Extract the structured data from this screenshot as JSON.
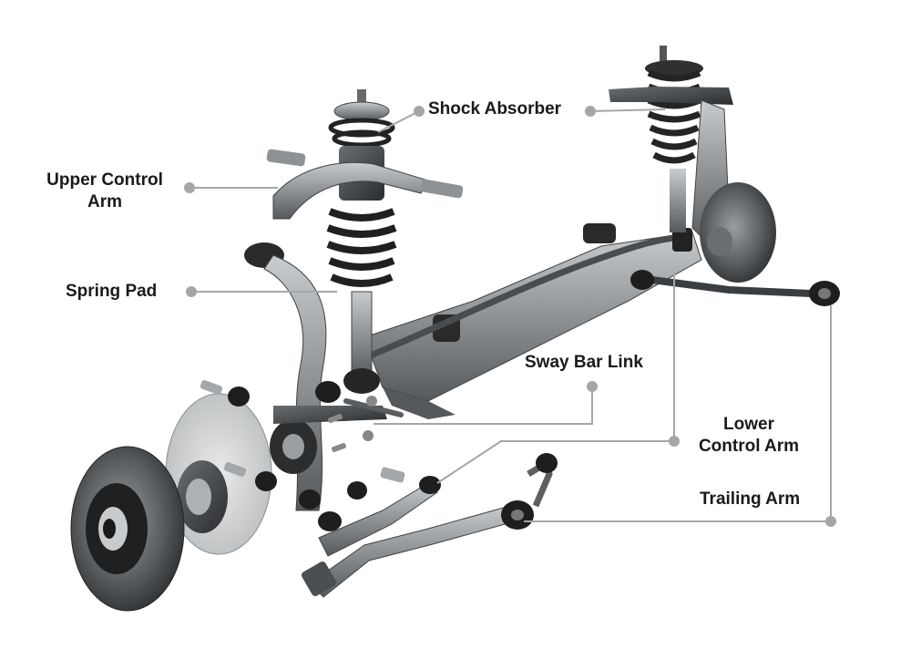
{
  "labels": {
    "shock_absorber": "Shock Absorber",
    "upper_control_arm_line1": "Upper Control",
    "upper_control_arm_line2": "Arm",
    "spring_pad": "Spring Pad",
    "sway_bar_link": "Sway Bar Link",
    "lower_control_arm_line1": "Lower",
    "lower_control_arm_line2": "Control Arm",
    "trailing_arm": "Trailing Arm"
  },
  "colors": {
    "background": "#ffffff",
    "label_text": "#1a1a1a",
    "leader_line": "#a6a6a6",
    "metal_light": "#b9bcbf",
    "metal_mid": "#7d8184",
    "metal_dark": "#3f4245",
    "rubber": "#1d1d1d"
  }
}
